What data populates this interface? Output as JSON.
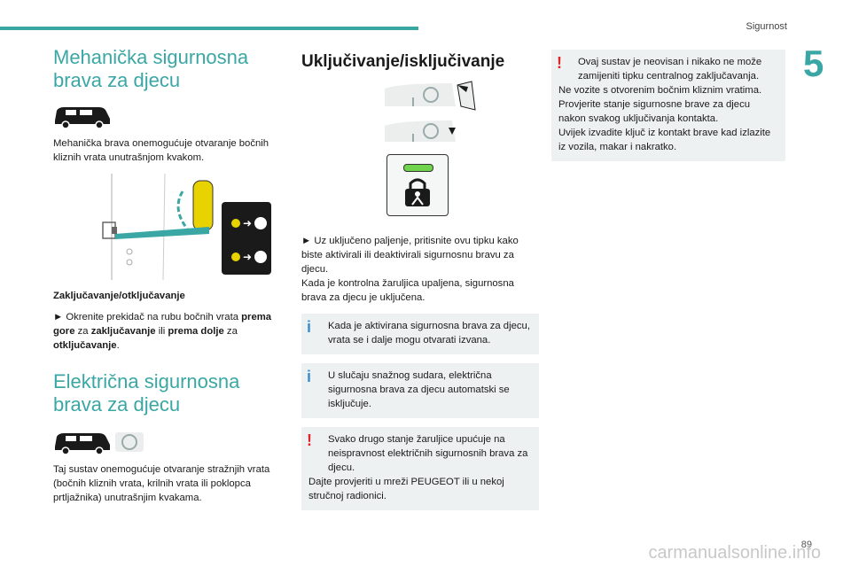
{
  "header": {
    "section": "Sigurnost",
    "chapter": "5"
  },
  "col1": {
    "title1": "Mehanička sigurnosna brava za djecu",
    "p1": "Mehanička brava onemogućuje otvaranje bočnih kliznih vrata unutrašnjom kvakom.",
    "subhead": "Zaključavanje/otključavanje",
    "bullet_parts": [
      "► Okrenite prekidač na rubu bočnih vrata ",
      "prema gore",
      " za ",
      "zaključavanje",
      " ili ",
      "prema dolje",
      " za ",
      "otključavanje",
      "."
    ],
    "title2": "Električna sigurnosna brava za djecu",
    "p2": "Taj sustav onemogućuje otvaranje stražnjih vrata (bočnih kliznih vrata, krilnih vrata ili poklopca prtljažnika) unutrašnjim kvakama."
  },
  "col2": {
    "title": "Uključivanje/isključivanje",
    "p1": "► Uz uključeno paljenje, pritisnite ovu tipku kako biste aktivirali ili deaktivirali sigurnosnu bravu za djecu.",
    "p2": "Kada je kontrolna žaruljica upaljena, sigurnosna brava za djecu je uključena.",
    "note1": "Kada je aktivirana sigurnosna brava za djecu, vrata se i dalje mogu otvarati izvana.",
    "note2": "U slučaju snažnog sudara, električna sigurnosna brava za djecu automatski se isključuje.",
    "note3_a": "Svako drugo stanje žaruljice upućuje na neispravnost električnih sigurnosnih brava za djecu.",
    "note3_b": "Dajte provjeriti u mreži PEUGEOT ili u nekoj stručnoj radionici."
  },
  "col3": {
    "note_a": "Ovaj sustav je neovisan i nikako ne može zamijeniti tipku centralnog zaključavanja.",
    "note_b": "Ne vozite s otvorenim bočnim kliznim vratima.",
    "note_c": "Provjerite stanje sigurnosne brave za djecu nakon svakog uključivanja kontakta.",
    "note_d": "Uvijek izvadite ključ iz kontakt brave kad izlazite iz vozila, makar i nakratko."
  },
  "footer": {
    "page": "89",
    "watermark": "carmanualsonline.info"
  },
  "icons": {
    "info": "i",
    "warn": "!"
  },
  "colors": {
    "accent": "#3aa7a5",
    "info": "#3a8fd0",
    "warn": "#e0252b",
    "note_bg": "#eef1f2"
  }
}
